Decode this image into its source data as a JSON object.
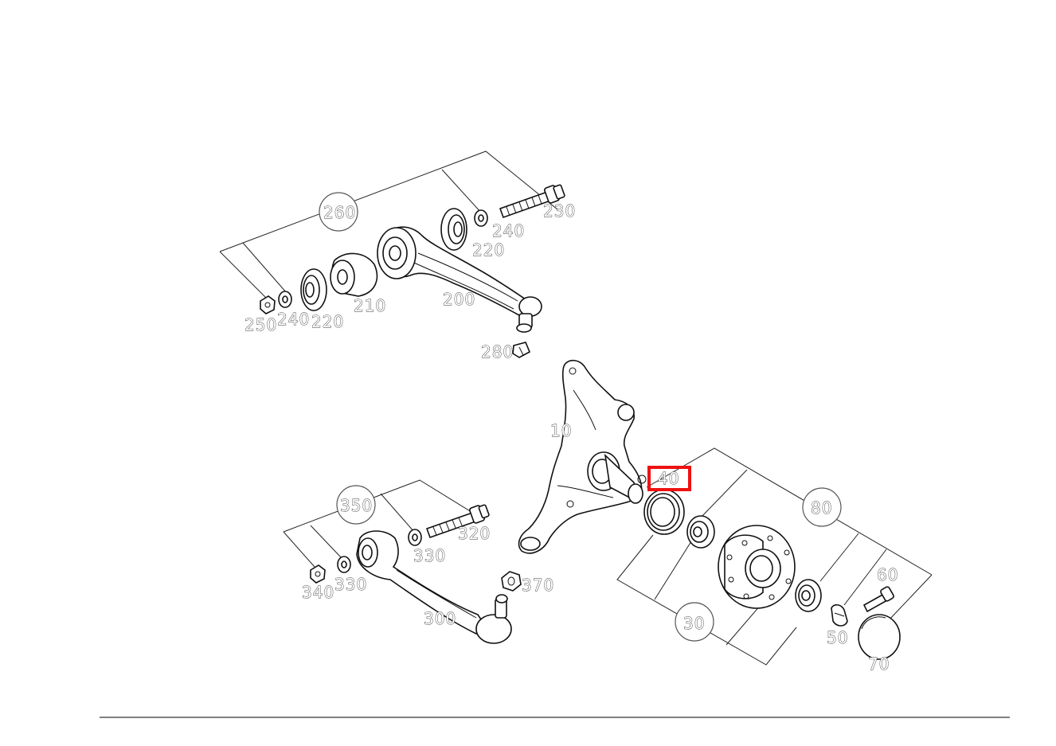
{
  "diagram": {
    "labels": {
      "l260": "260",
      "l230": "230",
      "l240a": "240",
      "l220a": "220",
      "l210": "210",
      "l200": "200",
      "l250": "250",
      "l240b": "240",
      "l220b": "220",
      "l280": "280",
      "l10": "10",
      "l40": "40",
      "l80": "80",
      "l60": "60",
      "l50": "50",
      "l70": "70",
      "l30": "30",
      "l350": "350",
      "l320": "320",
      "l330a": "330",
      "l340": "340",
      "l330b": "330",
      "l370": "370",
      "l300": "300"
    },
    "highlight": {
      "part": "40",
      "color": "#ee1111"
    }
  }
}
